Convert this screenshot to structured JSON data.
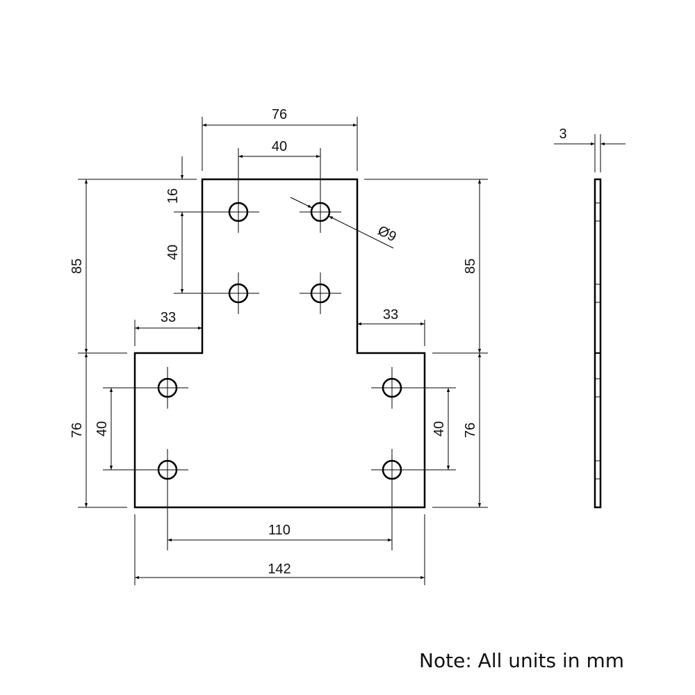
{
  "drawing": {
    "dimensions": {
      "top_width": "76",
      "top_hole_spacing": "40",
      "hole_edge_offset": "16",
      "top_hole_vertical_spacing": "40",
      "hole_diameter": "Ø9",
      "left_upper_height": "85",
      "right_upper_height": "85",
      "left_step": "33",
      "right_step": "33",
      "left_lower_height": "76",
      "right_lower_height": "76",
      "left_lower_hole_spacing": "40",
      "right_lower_hole_spacing": "40",
      "bottom_hole_spacing": "110",
      "bottom_width": "142",
      "thickness": "3"
    },
    "note": "Note: All units in mm"
  }
}
